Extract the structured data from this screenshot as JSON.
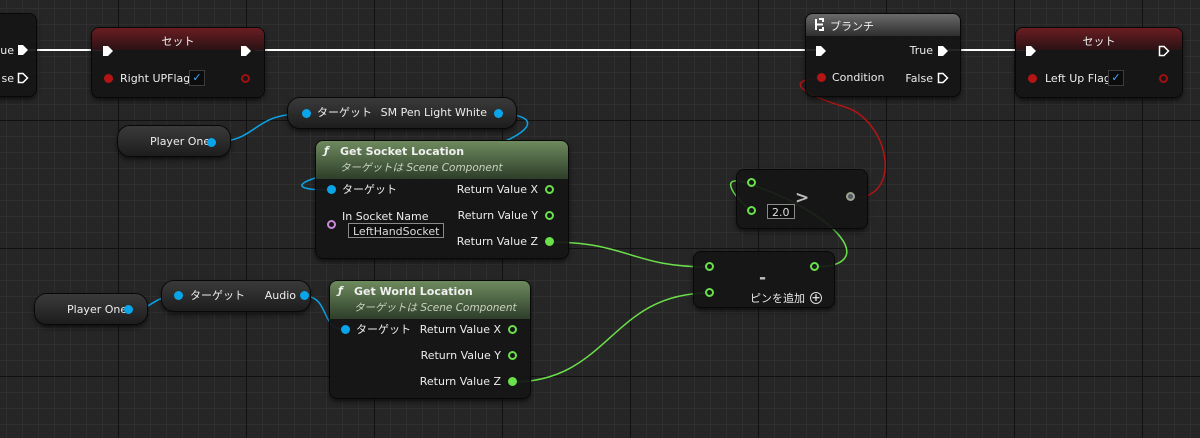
{
  "nodes": {
    "branch_left": {
      "true_label": "ue",
      "false_label": "se"
    },
    "set1": {
      "title": "セット",
      "var_label": "Right UPFlag",
      "checked": "✓"
    },
    "branch": {
      "title": "ブランチ",
      "condition_label": "Condition",
      "true_label": "True",
      "false_label": "False"
    },
    "set2": {
      "title": "セット",
      "var_label": "Left Up Flag",
      "checked": "✓"
    },
    "sm_pen": {
      "target_label": "ターゲット",
      "output_label": "SM Pen Light White"
    },
    "player_one_1": {
      "label": "Player One"
    },
    "get_socket": {
      "func_icon": "ƒ",
      "title": "Get Socket Location",
      "subtitle": "ターゲットは Scene Component",
      "target_label": "ターゲット",
      "socket_label": "In Socket Name",
      "socket_value": "LeftHandSocket",
      "out_x": "Return Value X",
      "out_y": "Return Value Y",
      "out_z": "Return Value Z"
    },
    "greater": {
      "operator": ">",
      "value": "2.0"
    },
    "subtract": {
      "operator": "-",
      "add_pin_label": "ピンを追加",
      "add_icon": "+"
    },
    "player_one_2": {
      "label": "Player One"
    },
    "audio": {
      "target_label": "ターゲット",
      "output_label": "Audio"
    },
    "get_world": {
      "func_icon": "ƒ",
      "title": "Get World Location",
      "subtitle": "ターゲットは Scene Component",
      "target_label": "ターゲット",
      "out_x": "Return Value X",
      "out_y": "Return Value Y",
      "out_z": "Return Value Z"
    }
  },
  "colors": {
    "exec_wire": "#ffffff",
    "object_wire": "#0aa5e8",
    "float_wire": "#6ae04a",
    "bool_wire": "#b31515",
    "set_header": "#6a1d22",
    "function_header": "#6e8a5e",
    "background": "#262626"
  }
}
